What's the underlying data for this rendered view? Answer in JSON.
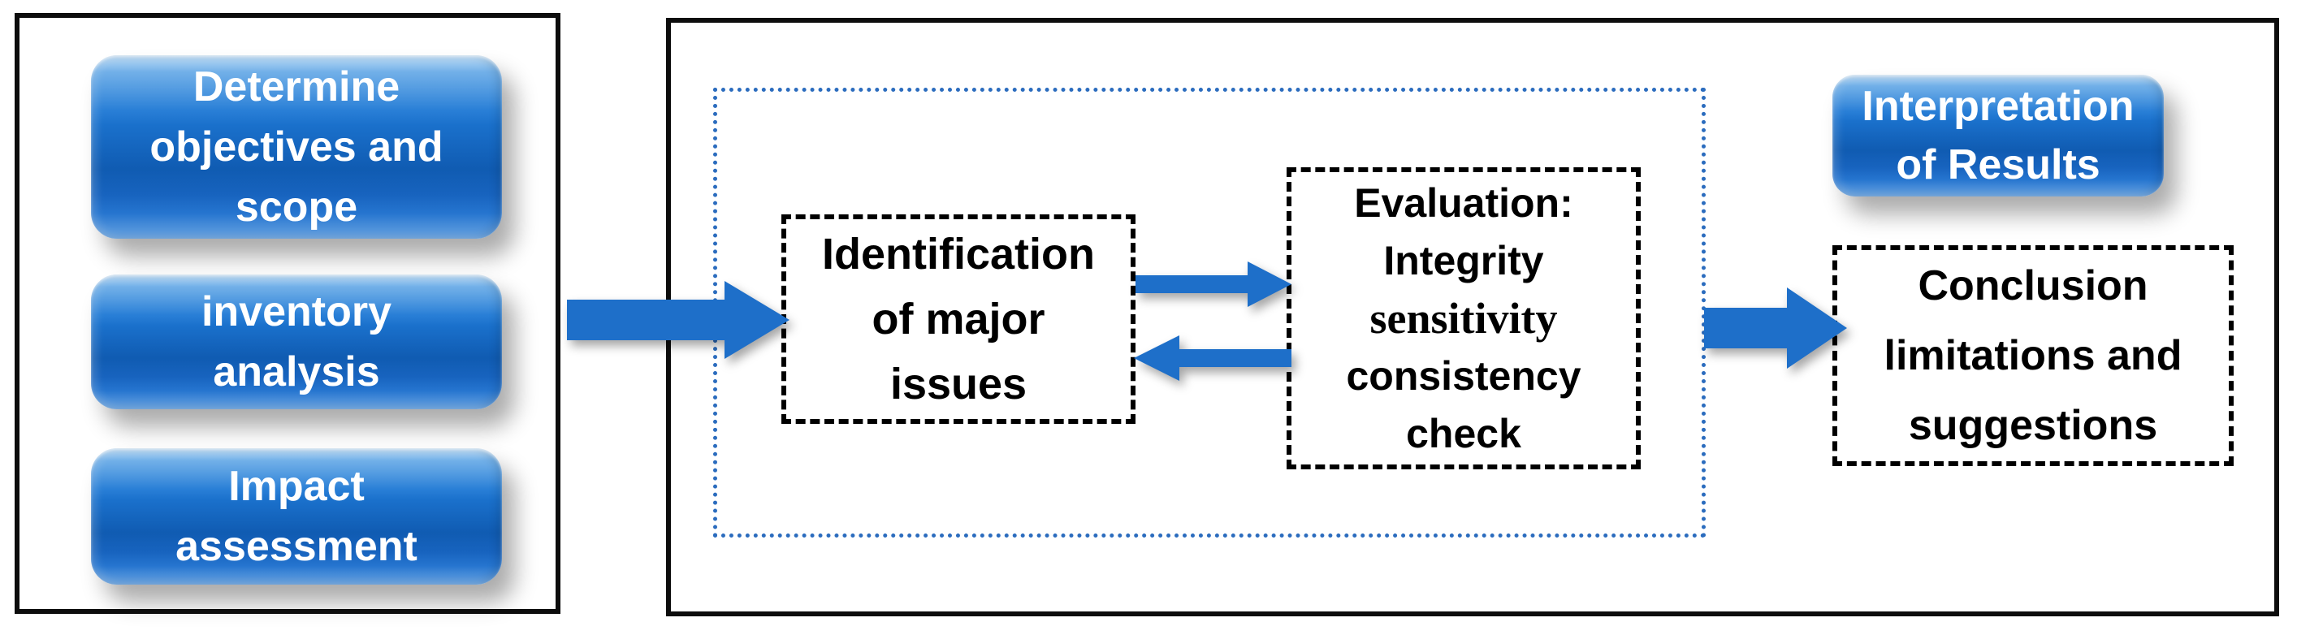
{
  "colors": {
    "background": "#ffffff",
    "panel_border": "#0d0d0d",
    "accent_blue_light": "#5fa9e8",
    "accent_blue": "#1b74d2",
    "accent_blue_deep": "#0d61c6",
    "arrow_blue": "#1e6fc9",
    "dotted_border_blue": "#2b6cbe",
    "button_text": "#ffffff",
    "box_text": "#000000"
  },
  "diagram": {
    "left_panel": {
      "buttons": [
        {
          "label": "Determine objectives and scope",
          "lines": [
            "Determine",
            "objectives and",
            "scope"
          ]
        },
        {
          "label": "inventory analysis",
          "lines": [
            "inventory",
            "analysis"
          ]
        },
        {
          "label": "Impact assessment",
          "lines": [
            "Impact",
            "assessment"
          ]
        }
      ]
    },
    "right_panel": {
      "identification_box": {
        "label": "Identification of major issues",
        "lines": [
          "Identification",
          "of major",
          "issues"
        ]
      },
      "evaluation_box": {
        "label": "Evaluation: Integrity sensitivity consistency check",
        "lines": [
          "Evaluation:",
          "Integrity",
          "sensitivity",
          "consistency",
          "check"
        ]
      },
      "interpretation_button": {
        "label": "Interpretation of Results",
        "lines": [
          "Interpretation",
          "of Results"
        ]
      },
      "conclusion_box": {
        "label": "Conclusion limitations and suggestions",
        "lines": [
          "Conclusion",
          "limitations and",
          "suggestions"
        ]
      }
    },
    "arrows": [
      {
        "name": "input-arrow",
        "direction": "right",
        "from": "left-panel",
        "to": "identification-box"
      },
      {
        "name": "issues-to-evaluation-arrow",
        "direction": "right",
        "from": "identification-box",
        "to": "evaluation-box"
      },
      {
        "name": "evaluation-to-issues-arrow",
        "direction": "left",
        "from": "evaluation-box",
        "to": "identification-box"
      },
      {
        "name": "output-arrow",
        "direction": "right",
        "from": "iteration-loop",
        "to": "conclusion-box"
      }
    ]
  }
}
